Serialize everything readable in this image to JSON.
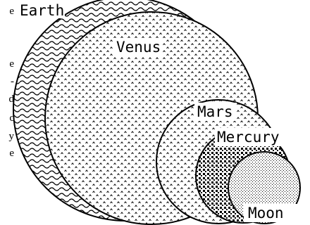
{
  "figure": {
    "labels": {
      "earth": "Earth",
      "venus": "Venus",
      "mars": "Mars",
      "mercury": "Mercury",
      "moon": "Moon"
    },
    "side_text_fragments": [
      "e",
      "e",
      "-",
      "d",
      "c",
      "y",
      "e"
    ],
    "colors": {
      "stroke": "#000000",
      "fill_background": "#ffffff"
    },
    "patterns": {
      "earth": "wave",
      "venus": "caret",
      "mars": "caret",
      "mercury": "dense-square",
      "moon": "stipple"
    }
  }
}
